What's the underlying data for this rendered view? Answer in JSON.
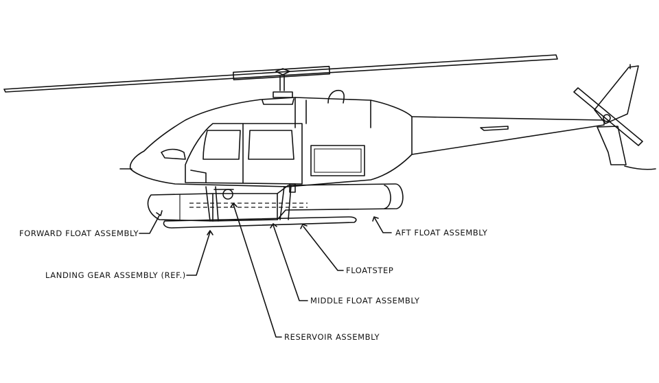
{
  "callouts": {
    "forward_float": "FORWARD FLOAT ASSEMBLY",
    "landing_gear": "LANDING GEAR ASSEMBLY (REF.)",
    "reservoir": "RESERVOIR ASSEMBLY",
    "middle_float": "MIDDLE FLOAT ASSEMBLY",
    "floatstep": "FLOATSTEP",
    "aft_float": "AFT FLOAT ASSEMBLY"
  }
}
